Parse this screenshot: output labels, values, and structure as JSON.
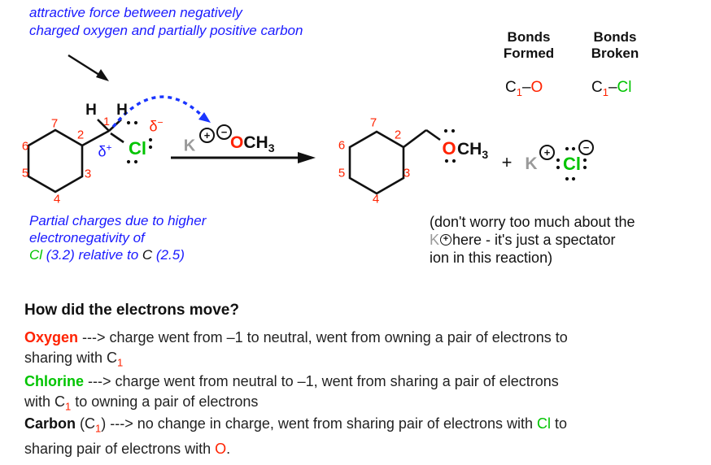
{
  "colors": {
    "annotation_blue": "#1a1aff",
    "atom_red": "#ff2200",
    "atom_green": "#00c400",
    "spectator_gray": "#9a9a9a",
    "structure_black": "#111111"
  },
  "annotation": {
    "line1": "attractive force between negatively",
    "line2": "charged oxygen and partially positive carbon"
  },
  "bonds_panel": {
    "col1_line1": "Bonds",
    "col1_line2": "Formed",
    "col2_line1": "Bonds",
    "col2_line2": "Broken",
    "formed": {
      "element": "C",
      "subscript": "1",
      "bond": "–",
      "partner": "O"
    },
    "broken": {
      "element": "C",
      "subscript": "1",
      "bond": "–",
      "partner": "Cl"
    }
  },
  "reactant": {
    "num1": "1",
    "num2": "2",
    "num3": "3",
    "num4": "4",
    "num5": "5",
    "num6": "6",
    "num7": "7",
    "h_left": "H",
    "h_right": "H",
    "chlorine": "Cl",
    "delta_plus_sym": "δ",
    "delta_plus_sign": "+",
    "delta_minus_sym": "δ",
    "delta_minus_sign": "−"
  },
  "reagent": {
    "potassium": "K",
    "plus": "+",
    "minus": "−",
    "oxygen": "O",
    "methyl": "CH",
    "methyl_sub": "3"
  },
  "product": {
    "num2": "2",
    "num3": "3",
    "num4": "4",
    "num5": "5",
    "num6": "6",
    "num7": "7",
    "oxygen": "O",
    "methyl": "CH",
    "methyl_sub": "3"
  },
  "byproduct": {
    "plus": "+",
    "potassium": "K",
    "k_charge": "+",
    "chlorine": "Cl",
    "cl_charge": "−"
  },
  "partial_note": {
    "line1": "Partial charges due to higher",
    "line2": "electronegativity of",
    "line3_cl": "Cl",
    "line3_mid": " (3.2) relative to ",
    "line3_c": "C",
    "line3_end": " (2.5)"
  },
  "spectator_note": {
    "line1": "(don't worry too much about the",
    "k": "K",
    "k_charge": "+",
    "line2_rest": "here - it's just a spectator",
    "line3": "ion in this reaction)"
  },
  "electrons": {
    "heading": "How did the electrons move?",
    "oxygen": {
      "label": "Oxygen",
      "line1": " ---> charge went from –1 to neutral, went from owning a pair of electrons to",
      "line2": "sharing with C",
      "sub": "1"
    },
    "chlorine": {
      "label": "Chlorine",
      "line1": " ---> charge went from neutral to –1, went from sharing a pair of electrons",
      "line2_pre": "with C",
      "sub": "1",
      "line2_post": " to owning a pair of electrons"
    },
    "carbon": {
      "label": "Carbon",
      "pre": " (C",
      "sub": "1",
      "mid": ") ---> no change in charge, went from sharing pair of electrons with ",
      "cl": "Cl",
      "to": " to",
      "line2": "sharing pair of electrons with ",
      "o": "O",
      "period": "."
    }
  }
}
